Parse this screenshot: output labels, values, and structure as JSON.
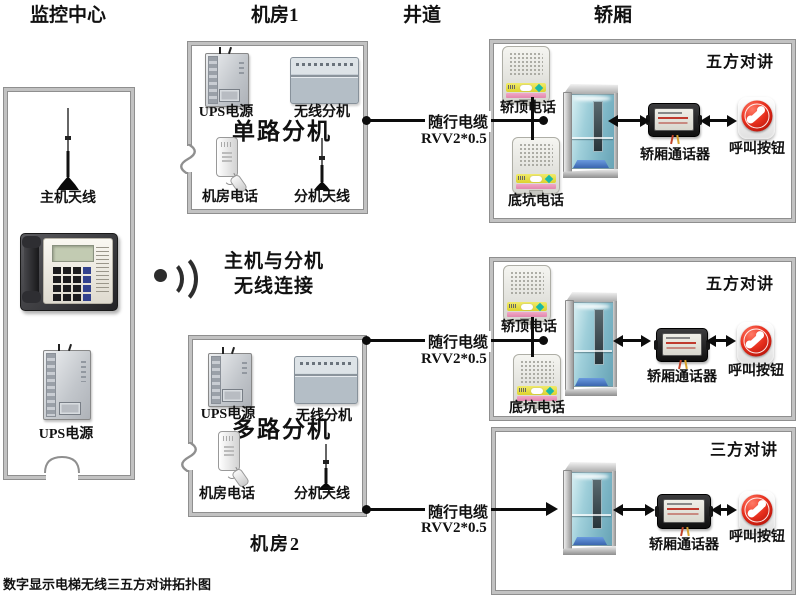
{
  "headers": {
    "monitoring_center": "监控中心",
    "machine_room_1": "机房1",
    "shaft": "井道",
    "car": "轿厢"
  },
  "monitoring_center": {
    "antenna_label": "主机天线",
    "ups_label": "UPS电源"
  },
  "wireless_link": {
    "line1": "主机与分机",
    "line2": "无线连接",
    "icon": "radio-signal-arcs"
  },
  "machine_room_1": {
    "ups_label": "UPS电源",
    "wireless_extension_label": "无线分机",
    "mode_label": "单路分机",
    "phone_label": "机房电话",
    "antenna_label": "分机天线"
  },
  "machine_room_2": {
    "ups_label": "UPS电源",
    "wireless_extension_label": "无线分机",
    "mode_label": "多路分机",
    "phone_label": "机房电话",
    "antenna_label": "分机天线",
    "caption": "机房2"
  },
  "cables": [
    {
      "name": "随行电缆",
      "spec": "RVV2*0.5"
    },
    {
      "name": "随行电缆",
      "spec": "RVV2*0.5"
    },
    {
      "name": "随行电缆",
      "spec": "RVV2*0.5"
    }
  ],
  "car_sections": [
    {
      "mode": "五方对讲",
      "top_phone_label": "轿顶电话",
      "pit_phone_label": "底坑电话",
      "intercom_label": "轿厢通话器",
      "call_button_label": "呼叫按钮"
    },
    {
      "mode": "五方对讲",
      "top_phone_label": "轿顶电话",
      "pit_phone_label": "底坑电话",
      "intercom_label": "轿厢通话器",
      "call_button_label": "呼叫按钮"
    },
    {
      "mode": "三方对讲",
      "intercom_label": "轿厢通话器",
      "call_button_label": "呼叫按钮"
    }
  ],
  "caption": "数字显示电梯无线三五方对讲拓扑图",
  "colors": {
    "call_button_red": "#d8261a",
    "speaker_strip_yellow": "#e8df3c",
    "speaker_strip_pink": "#ea8ab2",
    "elevator_glass_teal": "#8fc3cf",
    "connector_black": "#0c0c0c",
    "room_border_grey": "#a9a9a9"
  }
}
